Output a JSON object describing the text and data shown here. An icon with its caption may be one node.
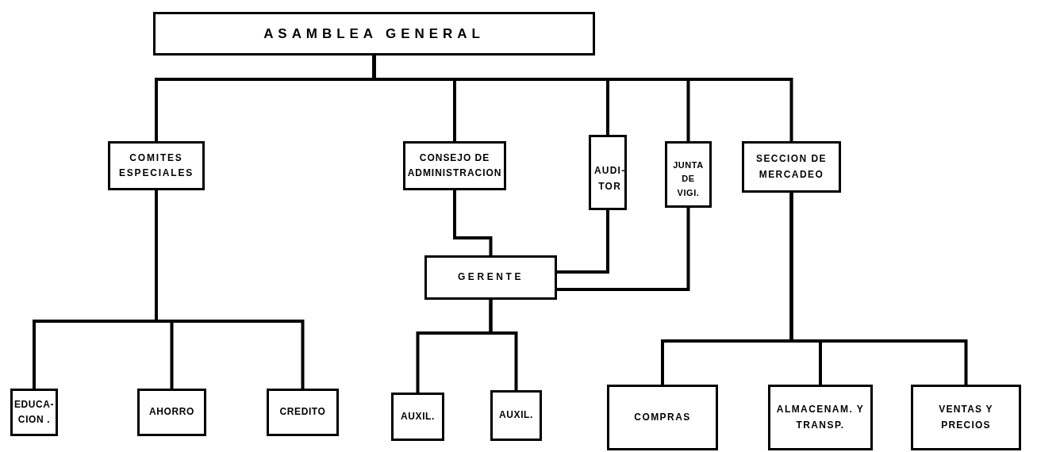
{
  "diagram": {
    "nodes": [
      {
        "text": [
          "ASAMBLEA GENERAL"
        ]
      },
      {
        "text": [
          "COMITES ESPECIALES"
        ]
      },
      {
        "text": [
          "CONSEJO DE ADMINISTRACION"
        ]
      },
      {
        "text": [
          "AUDI- TOR"
        ]
      },
      {
        "text": [
          "JUNTA DE VIGI."
        ]
      },
      {
        "text": [
          "SECCION DE MERCADEO"
        ]
      },
      {
        "text": [
          "GERENTE"
        ]
      },
      {
        "text": [
          "EDUCA- CION ."
        ]
      },
      {
        "text": [
          "AHORRO"
        ]
      },
      {
        "text": [
          "CREDITO"
        ]
      },
      {
        "text": [
          "AUXIL."
        ]
      },
      {
        "text": [
          "AUXIL."
        ]
      },
      {
        "text": [
          "COMPRAS"
        ]
      },
      {
        "text": [
          "ALMACENAM. Y TRANSP."
        ]
      },
      {
        "text": [
          "VENTAS Y PRECIOS"
        ]
      }
    ],
    "edges": [
      {
        "from": 0,
        "to": 1,
        "arrow": "none"
      },
      {
        "from": 0,
        "to": 2,
        "arrow": "none"
      },
      {
        "from": 0,
        "to": 3,
        "arrow": "none"
      },
      {
        "from": 0,
        "to": 4,
        "arrow": "none"
      },
      {
        "from": 0,
        "to": 5,
        "arrow": "none"
      },
      {
        "from": 2,
        "to": 6,
        "arrow": "none"
      },
      {
        "from": 3,
        "to": 6,
        "arrow": "none"
      },
      {
        "from": 4,
        "to": 6,
        "arrow": "none"
      },
      {
        "from": 1,
        "to": 7,
        "arrow": "none"
      },
      {
        "from": 1,
        "to": 8,
        "arrow": "none"
      },
      {
        "from": 1,
        "to": 9,
        "arrow": "none"
      },
      {
        "from": 6,
        "to": 10,
        "arrow": "none"
      },
      {
        "from": 6,
        "to": 11,
        "arrow": "none"
      },
      {
        "from": 5,
        "to": 12,
        "arrow": "none"
      },
      {
        "from": 5,
        "to": 13,
        "arrow": "none"
      },
      {
        "from": 5,
        "to": 14,
        "arrow": "none"
      }
    ]
  }
}
